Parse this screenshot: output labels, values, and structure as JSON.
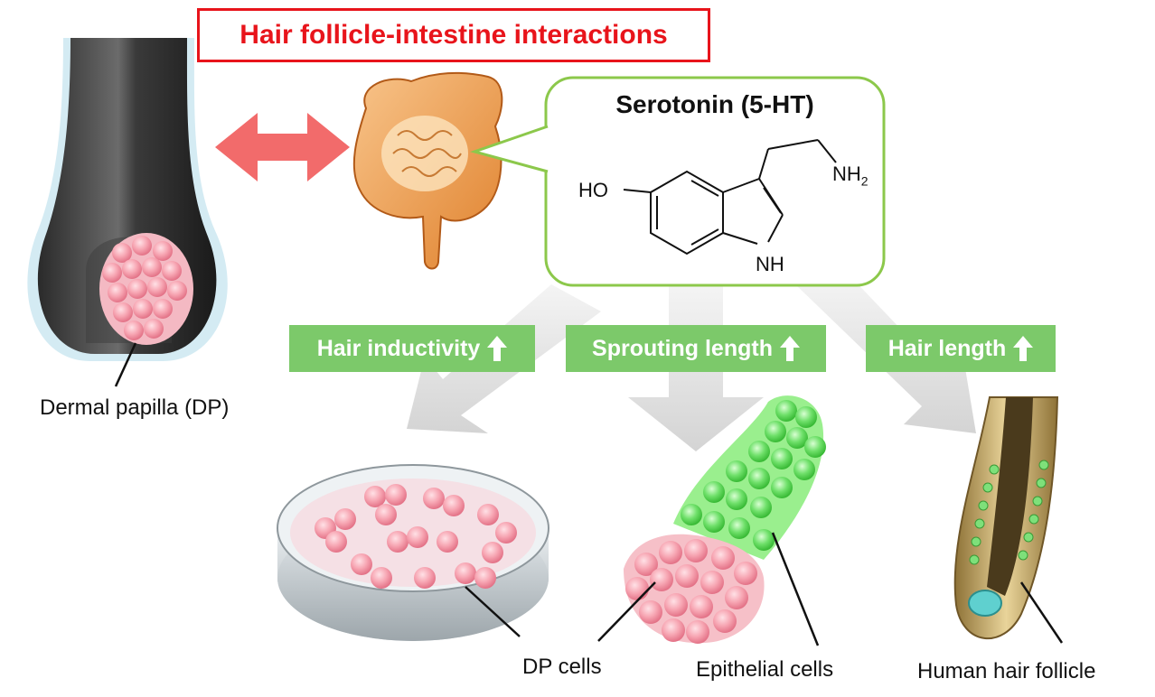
{
  "title": "Hair follicle-intestine interactions",
  "molecule": {
    "name": "Serotonin (5-HT)",
    "ho_label": "HO",
    "nh2_label": "NH",
    "nh2_sub": "2",
    "nh_label": "NH"
  },
  "effects": [
    {
      "label": "Hair inductivity"
    },
    {
      "label": "Sprouting length"
    },
    {
      "label": "Hair length"
    }
  ],
  "captions": {
    "dermal_papilla": "Dermal papilla (DP)",
    "dp_cells": "DP cells",
    "epithelial_cells": "Epithelial cells",
    "human_hair_follicle": "Human hair follicle"
  },
  "colors": {
    "title_red": "#e8141b",
    "label_green": "#7cc96a",
    "callout_green": "#8cc84b",
    "double_arrow": "#f26b6b",
    "dp_pink": "#f7a6b3",
    "epithelial_green": "#6fe06a",
    "follicle_gold": "#c9ad6a",
    "wide_arrow_gray": "#d9d9d9"
  }
}
